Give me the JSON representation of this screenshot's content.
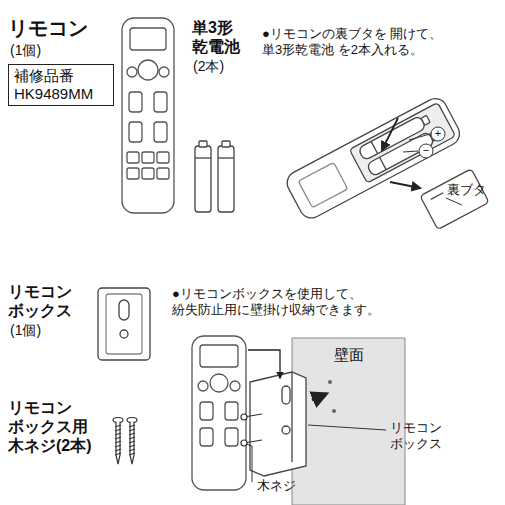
{
  "diagram": {
    "nodes": [
      {
        "text": [
          "補修品番 HK9489MM"
        ]
      }
    ],
    "labels": [
      "リモコン",
      "(1個)",
      "単3形 乾電池",
      "(2本)",
      "●リモコンの裏ブタを 開けて、単3形乾電池 を2本入れる。",
      "+",
      "−",
      "裏ブタ",
      "リモコン ボックス",
      "(1個)",
      "●リモコンボックスを使用して、 紛失防止用に壁掛け収納できます。",
      "壁面",
      "リモコン ボックス",
      "リモコン ボックス用 木ネジ(2本)",
      "木ネジ"
    ]
  }
}
